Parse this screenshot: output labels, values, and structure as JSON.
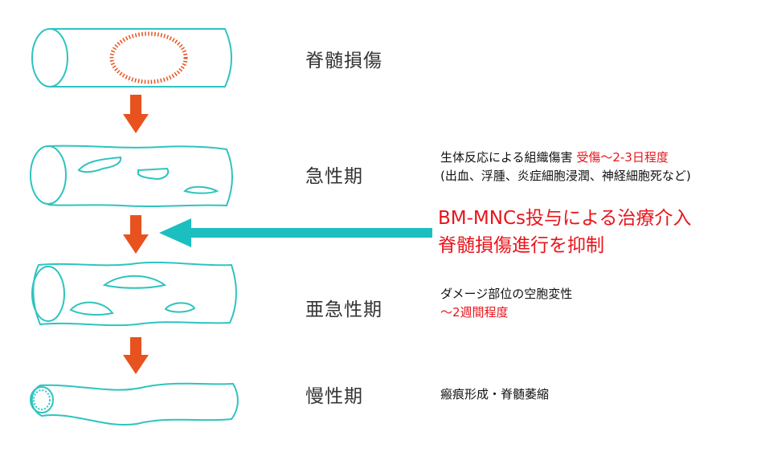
{
  "stages": [
    {
      "label": "脊髄損傷"
    },
    {
      "label": "急性期",
      "desc_line1": "生体反応による組織傷害 ",
      "desc_highlight": "受傷〜2-3日程度",
      "desc_line2": "(出血、浮腫、炎症細胞浸潤、神経細胞死など)"
    },
    {
      "label": "亜急性期",
      "desc_line1": "ダメージ部位の空胞変性",
      "desc_highlight": "〜2週間程度"
    },
    {
      "label": "慢性期",
      "desc_line1": "瘢痕形成・脊髄萎縮"
    }
  ],
  "treatment": {
    "line1": "BM-MNCs投与による治療介入",
    "line2": "脊髄損傷進行を抑制"
  },
  "colors": {
    "cord": "#2ec4c0",
    "arrow": "#e8521e",
    "treatment_arrow": "#1bbfbf",
    "injury": "#e8521e",
    "highlight": "#e8141b"
  }
}
